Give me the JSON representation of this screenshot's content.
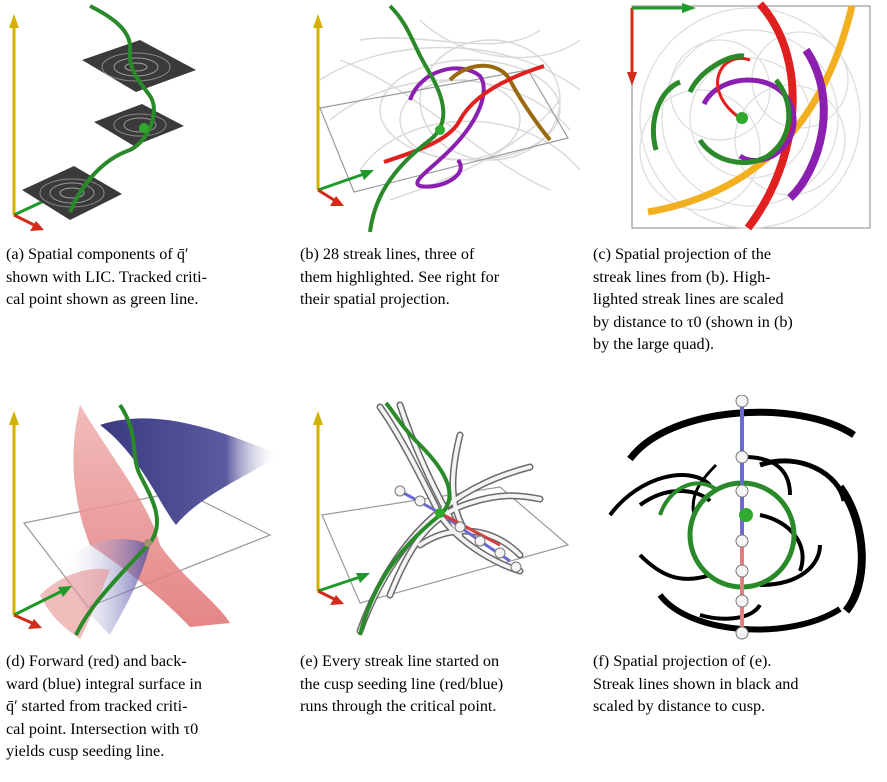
{
  "panels": [
    {
      "id": "a",
      "caption": [
        "(a) Spatial components of q̄′",
        "shown with LIC. Tracked criti-",
        "cal point shown as green line."
      ]
    },
    {
      "id": "b",
      "caption": [
        "(b) 28 streak lines, three of",
        "them highlighted. See right for",
        "their spatial projection."
      ]
    },
    {
      "id": "c",
      "caption": [
        "(c) Spatial projection of the",
        "streak lines from (b). High-",
        "lighted streak lines are scaled",
        "by distance to τ0 (shown in (b)",
        "by the large quad)."
      ]
    },
    {
      "id": "d",
      "caption": [
        "(d) Forward (red) and back-",
        "ward (blue) integral surface in",
        "q̄′ started from tracked criti-",
        "cal point. Intersection with τ0",
        "yields cusp seeding line."
      ]
    },
    {
      "id": "e",
      "caption": [
        "(e) Every streak line started on",
        "the cusp seeding line (red/blue)",
        "runs through the critical point."
      ]
    },
    {
      "id": "f",
      "caption": [
        "(f) Spatial projection of (e).",
        "Streak lines shown in black and",
        "scaled by distance to cusp."
      ]
    }
  ],
  "colors": {
    "axis_yellow": "#d4b000",
    "axis_red": "#d42a1a",
    "axis_green": "#1f9a2a",
    "track_green": "#2a8a2a",
    "purple": "#8a1fb0",
    "orange": "#f2b020",
    "red": "#e01f1f",
    "blue_surface": "#34347a",
    "pink_surface": "#e89090"
  }
}
